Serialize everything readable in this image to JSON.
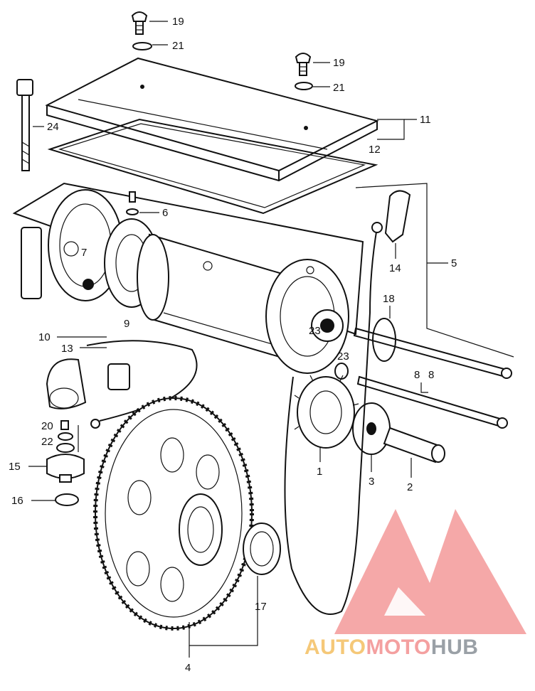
{
  "diagram": {
    "callouts": [
      {
        "id": "c19a",
        "label": "19"
      },
      {
        "id": "c21a",
        "label": "21"
      },
      {
        "id": "c19b",
        "label": "19"
      },
      {
        "id": "c21b",
        "label": "21"
      },
      {
        "id": "c24",
        "label": "24"
      },
      {
        "id": "c11",
        "label": "11"
      },
      {
        "id": "c12",
        "label": "12"
      },
      {
        "id": "c6",
        "label": "6"
      },
      {
        "id": "c7",
        "label": "7"
      },
      {
        "id": "c9",
        "label": "9"
      },
      {
        "id": "c5",
        "label": "5"
      },
      {
        "id": "c14",
        "label": "14"
      },
      {
        "id": "c18",
        "label": "18"
      },
      {
        "id": "c23a",
        "label": "23"
      },
      {
        "id": "c23b",
        "label": "23"
      },
      {
        "id": "c8a",
        "label": "8"
      },
      {
        "id": "c8b",
        "label": "8"
      },
      {
        "id": "c10",
        "label": "10"
      },
      {
        "id": "c13",
        "label": "13"
      },
      {
        "id": "c20",
        "label": "20"
      },
      {
        "id": "c22",
        "label": "22"
      },
      {
        "id": "c15",
        "label": "15"
      },
      {
        "id": "c16",
        "label": "16"
      },
      {
        "id": "c1",
        "label": "1"
      },
      {
        "id": "c3",
        "label": "3"
      },
      {
        "id": "c2",
        "label": "2"
      },
      {
        "id": "c17",
        "label": "17"
      },
      {
        "id": "c4",
        "label": "4"
      }
    ]
  },
  "watermark": {
    "part1": "AUTO",
    "part2": "MOTO",
    "part3": "HUB",
    "colors": {
      "auto": "#f5c878",
      "moto": "#f4a0a0",
      "hub": "#9aa0a6",
      "logo": "#f28b8b"
    }
  }
}
